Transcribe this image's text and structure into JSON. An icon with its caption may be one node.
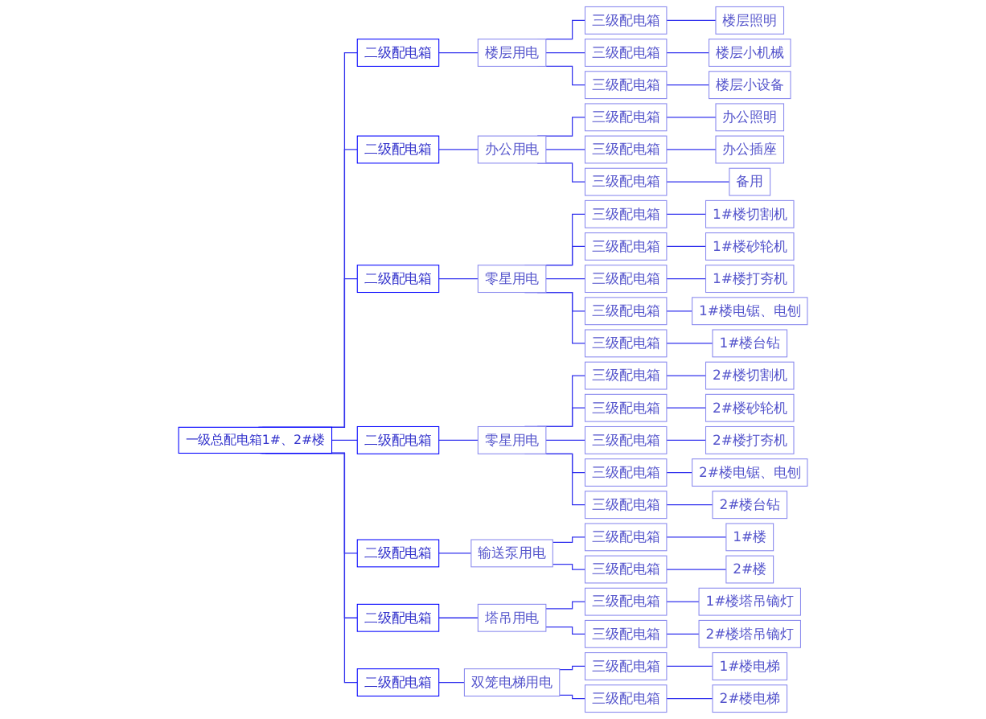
{
  "diagram": {
    "nodes": [
      {
        "text": [
          "一级总配电箱1#、2#楼"
        ]
      },
      {
        "text": [
          "二级配电箱"
        ]
      },
      {
        "text": [
          "楼层用电"
        ]
      },
      {
        "text": [
          "三级配电箱"
        ]
      },
      {
        "text": [
          "楼层照明"
        ]
      },
      {
        "text": [
          "三级配电箱"
        ]
      },
      {
        "text": [
          "楼层小机械"
        ]
      },
      {
        "text": [
          "三级配电箱"
        ]
      },
      {
        "text": [
          "楼层小设备"
        ]
      },
      {
        "text": [
          "二级配电箱"
        ]
      },
      {
        "text": [
          "办公用电"
        ]
      },
      {
        "text": [
          "三级配电箱"
        ]
      },
      {
        "text": [
          "办公照明"
        ]
      },
      {
        "text": [
          "三级配电箱"
        ]
      },
      {
        "text": [
          "办公插座"
        ]
      },
      {
        "text": [
          "三级配电箱"
        ]
      },
      {
        "text": [
          "备用"
        ]
      },
      {
        "text": [
          "二级配电箱"
        ]
      },
      {
        "text": [
          "零星用电"
        ]
      },
      {
        "text": [
          "三级配电箱"
        ]
      },
      {
        "text": [
          "1#楼切割机"
        ]
      },
      {
        "text": [
          "三级配电箱"
        ]
      },
      {
        "text": [
          "1#楼砂轮机"
        ]
      },
      {
        "text": [
          "三级配电箱"
        ]
      },
      {
        "text": [
          "1#楼打夯机"
        ]
      },
      {
        "text": [
          "三级配电箱"
        ]
      },
      {
        "text": [
          "1#楼电锯、电刨"
        ]
      },
      {
        "text": [
          "三级配电箱"
        ]
      },
      {
        "text": [
          "1#楼台钻"
        ]
      },
      {
        "text": [
          "二级配电箱"
        ]
      },
      {
        "text": [
          "零星用电"
        ]
      },
      {
        "text": [
          "三级配电箱"
        ]
      },
      {
        "text": [
          "2#楼切割机"
        ]
      },
      {
        "text": [
          "三级配电箱"
        ]
      },
      {
        "text": [
          "2#楼砂轮机"
        ]
      },
      {
        "text": [
          "三级配电箱"
        ]
      },
      {
        "text": [
          "2#楼打夯机"
        ]
      },
      {
        "text": [
          "三级配电箱"
        ]
      },
      {
        "text": [
          "2#楼电锯、电刨"
        ]
      },
      {
        "text": [
          "三级配电箱"
        ]
      },
      {
        "text": [
          "2#楼台钻"
        ]
      },
      {
        "text": [
          "二级配电箱"
        ]
      },
      {
        "text": [
          "输送泵用电"
        ]
      },
      {
        "text": [
          "三级配电箱"
        ]
      },
      {
        "text": [
          "1#楼"
        ]
      },
      {
        "text": [
          "三级配电箱"
        ]
      },
      {
        "text": [
          "2#楼"
        ]
      },
      {
        "text": [
          "二级配电箱"
        ]
      },
      {
        "text": [
          "塔吊用电"
        ]
      },
      {
        "text": [
          "三级配电箱"
        ]
      },
      {
        "text": [
          "1#楼塔吊镝灯"
        ]
      },
      {
        "text": [
          "三级配电箱"
        ]
      },
      {
        "text": [
          "2#楼塔吊镝灯"
        ]
      },
      {
        "text": [
          "二级配电箱"
        ]
      },
      {
        "text": [
          "双笼电梯用电"
        ]
      },
      {
        "text": [
          "三级配电箱"
        ]
      },
      {
        "text": [
          "1#楼电梯"
        ]
      },
      {
        "text": [
          "三级配电箱"
        ]
      },
      {
        "text": [
          "2#楼电梯"
        ]
      }
    ],
    "edges": [
      {
        "from": 0,
        "to": 1,
        "arrow": "none"
      },
      {
        "from": 1,
        "to": 2,
        "arrow": "none"
      },
      {
        "from": 2,
        "to": 3,
        "arrow": "none"
      },
      {
        "from": 3,
        "to": 4,
        "arrow": "none"
      },
      {
        "from": 2,
        "to": 5,
        "arrow": "none"
      },
      {
        "from": 5,
        "to": 6,
        "arrow": "none"
      },
      {
        "from": 2,
        "to": 7,
        "arrow": "none"
      },
      {
        "from": 7,
        "to": 8,
        "arrow": "none"
      },
      {
        "from": 0,
        "to": 9,
        "arrow": "none"
      },
      {
        "from": 9,
        "to": 10,
        "arrow": "none"
      },
      {
        "from": 10,
        "to": 11,
        "arrow": "none"
      },
      {
        "from": 11,
        "to": 12,
        "arrow": "none"
      },
      {
        "from": 10,
        "to": 13,
        "arrow": "none"
      },
      {
        "from": 13,
        "to": 14,
        "arrow": "none"
      },
      {
        "from": 10,
        "to": 15,
        "arrow": "none"
      },
      {
        "from": 15,
        "to": 16,
        "arrow": "none"
      },
      {
        "from": 0,
        "to": 17,
        "arrow": "none"
      },
      {
        "from": 17,
        "to": 18,
        "arrow": "none"
      },
      {
        "from": 18,
        "to": 19,
        "arrow": "none"
      },
      {
        "from": 19,
        "to": 20,
        "arrow": "none"
      },
      {
        "from": 18,
        "to": 21,
        "arrow": "none"
      },
      {
        "from": 21,
        "to": 22,
        "arrow": "none"
      },
      {
        "from": 18,
        "to": 23,
        "arrow": "none"
      },
      {
        "from": 23,
        "to": 24,
        "arrow": "none"
      },
      {
        "from": 18,
        "to": 25,
        "arrow": "none"
      },
      {
        "from": 25,
        "to": 26,
        "arrow": "none"
      },
      {
        "from": 18,
        "to": 27,
        "arrow": "none"
      },
      {
        "from": 27,
        "to": 28,
        "arrow": "none"
      },
      {
        "from": 0,
        "to": 29,
        "arrow": "none"
      },
      {
        "from": 29,
        "to": 30,
        "arrow": "none"
      },
      {
        "from": 30,
        "to": 31,
        "arrow": "none"
      },
      {
        "from": 31,
        "to": 32,
        "arrow": "none"
      },
      {
        "from": 30,
        "to": 33,
        "arrow": "none"
      },
      {
        "from": 33,
        "to": 34,
        "arrow": "none"
      },
      {
        "from": 30,
        "to": 35,
        "arrow": "none"
      },
      {
        "from": 35,
        "to": 36,
        "arrow": "none"
      },
      {
        "from": 30,
        "to": 37,
        "arrow": "none"
      },
      {
        "from": 37,
        "to": 38,
        "arrow": "none"
      },
      {
        "from": 30,
        "to": 39,
        "arrow": "none"
      },
      {
        "from": 39,
        "to": 40,
        "arrow": "none"
      },
      {
        "from": 0,
        "to": 41,
        "arrow": "none"
      },
      {
        "from": 41,
        "to": 42,
        "arrow": "none"
      },
      {
        "from": 42,
        "to": 43,
        "arrow": "none"
      },
      {
        "from": 43,
        "to": 44,
        "arrow": "none"
      },
      {
        "from": 42,
        "to": 45,
        "arrow": "none"
      },
      {
        "from": 45,
        "to": 46,
        "arrow": "none"
      },
      {
        "from": 0,
        "to": 47,
        "arrow": "none"
      },
      {
        "from": 47,
        "to": 48,
        "arrow": "none"
      },
      {
        "from": 48,
        "to": 49,
        "arrow": "none"
      },
      {
        "from": 49,
        "to": 50,
        "arrow": "none"
      },
      {
        "from": 48,
        "to": 51,
        "arrow": "none"
      },
      {
        "from": 51,
        "to": 52,
        "arrow": "none"
      },
      {
        "from": 0,
        "to": 53,
        "arrow": "none"
      },
      {
        "from": 53,
        "to": 54,
        "arrow": "none"
      },
      {
        "from": 54,
        "to": 55,
        "arrow": "none"
      },
      {
        "from": 55,
        "to": 56,
        "arrow": "none"
      },
      {
        "from": 54,
        "to": 57,
        "arrow": "none"
      },
      {
        "from": 57,
        "to": 58,
        "arrow": "none"
      }
    ]
  }
}
